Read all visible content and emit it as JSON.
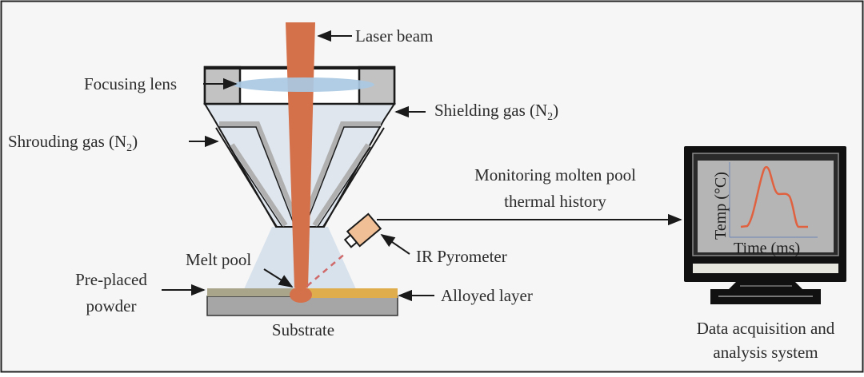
{
  "diagram": {
    "title": "Laser alloying process with IR pyrometer thermal monitoring",
    "labels": {
      "laser_beam": "Laser beam",
      "focusing_lens": "Focusing lens",
      "shielding_gas": "Shielding gas (N",
      "shielding_gas_sub": "2",
      "shrouding_gas": "Shrouding gas (N",
      "shrouding_gas_sub": "2",
      "close_paren": ")",
      "monitoring_line1": "Monitoring molten pool",
      "monitoring_line2": "thermal history",
      "ir_pyrometer": "IR Pyrometer",
      "melt_pool": "Melt pool",
      "pre_placed_line1": "Pre-placed",
      "pre_placed_line2": "powder",
      "alloyed_layer": "Alloyed layer",
      "substrate": "Substrate",
      "daq_line1": "Data acquisition and",
      "daq_line2": "analysis system"
    },
    "screen_plot": {
      "ylabel": "Temp (°C)",
      "xlabel": "Time (ms)",
      "curve_description": "single sharp peak followed by a shoulder plateau, then decay to baseline"
    },
    "colors": {
      "background": "#f6f6f6",
      "laser": "#d4704a",
      "lens": "#a9c9e3",
      "nozzle_fill": "#dfe6ee",
      "nozzle_wall": "#b7b7b7",
      "housing": "#c2c2c2",
      "pyrometer": "#f0bf95",
      "pre_placed_powder": "#a9a58b",
      "alloyed_layer": "#e0ad4c",
      "substrate": "#a6a6a6",
      "monitor": "#111111",
      "screen": "#b5b5b5",
      "thermal_curve": "#e0613f"
    }
  }
}
